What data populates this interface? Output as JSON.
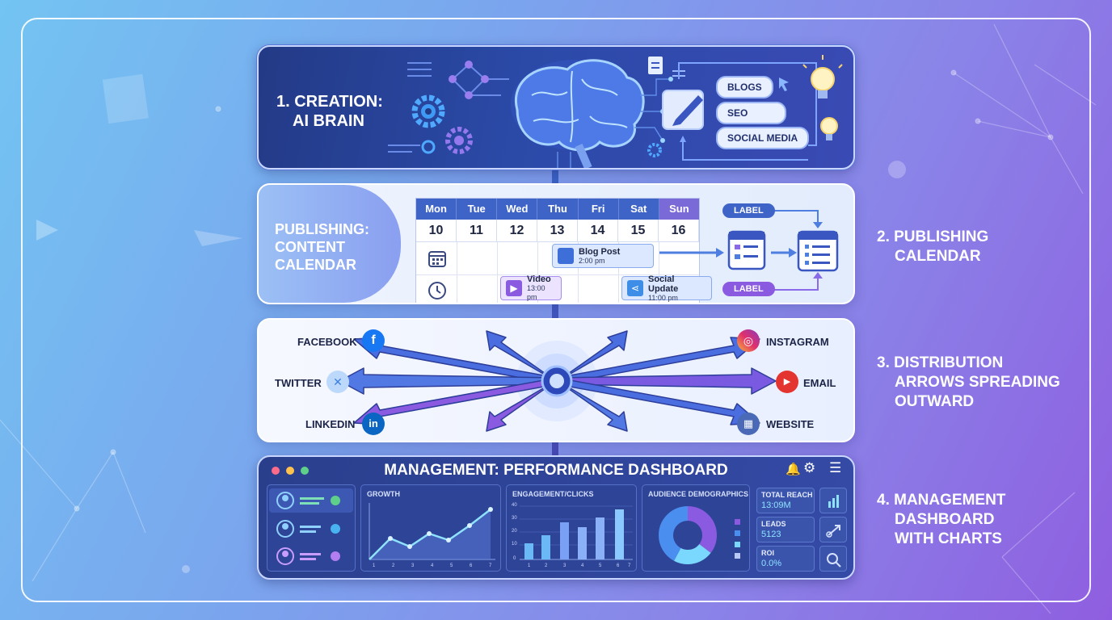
{
  "creation": {
    "title_line1": "1. CREATION:",
    "title_line2": "AI BRAIN",
    "outputs": [
      "BLOGS",
      "SEO",
      "SOCIAL MEDIA"
    ]
  },
  "publishing": {
    "title_line1": "PUBLISHING:",
    "title_line2": "CONTENT",
    "title_line3": "CALENDAR",
    "days": [
      "Mon",
      "Tue",
      "Wed",
      "Thu",
      "Fri",
      "Sat",
      "Sun"
    ],
    "dates": [
      "10",
      "11",
      "12",
      "13",
      "14",
      "15",
      "16"
    ],
    "events": {
      "blog": {
        "title": "Blog Post",
        "time": "2:00 pm"
      },
      "video": {
        "title": "Video",
        "time": "13:00 pm"
      },
      "social": {
        "title": "Social Update",
        "time": "11:00 pm"
      }
    },
    "labels": [
      "LABEL",
      "LABEL"
    ]
  },
  "distribution": {
    "left": [
      "FACEBOOK",
      "TWITTER",
      "LINKEDIN"
    ],
    "right": [
      "INSTAGRAM",
      "EMAIL",
      "WEBSITE"
    ]
  },
  "management": {
    "title": "MANAGEMENT: PERFORMANCE DASHBOARD",
    "growth": {
      "title": "GROWTH",
      "x": [
        "1",
        "2",
        "3",
        "4",
        "5",
        "6",
        "7"
      ]
    },
    "engagement": {
      "title": "ENGAGEMENT/CLICKS",
      "x": [
        "1",
        "2",
        "3",
        "4",
        "5",
        "6",
        "7"
      ],
      "y": [
        "40",
        "30",
        "20",
        "10",
        "0"
      ]
    },
    "demographics": {
      "title": "AUDIENCE DEMOGRAPHICS"
    },
    "stats": [
      {
        "key": "TOTAL REACH",
        "value": "13:09M"
      },
      {
        "key": "LEADS",
        "value": "5123"
      },
      {
        "key": "ROI",
        "value": "0.0%"
      }
    ]
  },
  "side_labels": {
    "publishing": [
      "2. PUBLISHING",
      "CALENDAR"
    ],
    "distribution": [
      "3. DISTRIBUTION",
      "ARROWS SPREADING",
      "OUTWARD"
    ],
    "management": [
      "4. MANAGEMENT",
      "DASHBOARD",
      "WITH CHARTS"
    ]
  },
  "colors": {
    "accent_blue": "#3f64c8",
    "accent_purple": "#8a5ae0",
    "facebook": "#1877f2",
    "twitter": "#6fb3f5",
    "linkedin": "#0a66c2",
    "email": "#e3342f"
  },
  "icons": [
    "gear-icon",
    "document-icon",
    "cursor-icon",
    "lightbulb-icon",
    "pen-icon",
    "calendar-icon",
    "clock-icon",
    "play-icon",
    "share-icon",
    "bell-icon",
    "menu-icon",
    "search-icon"
  ]
}
